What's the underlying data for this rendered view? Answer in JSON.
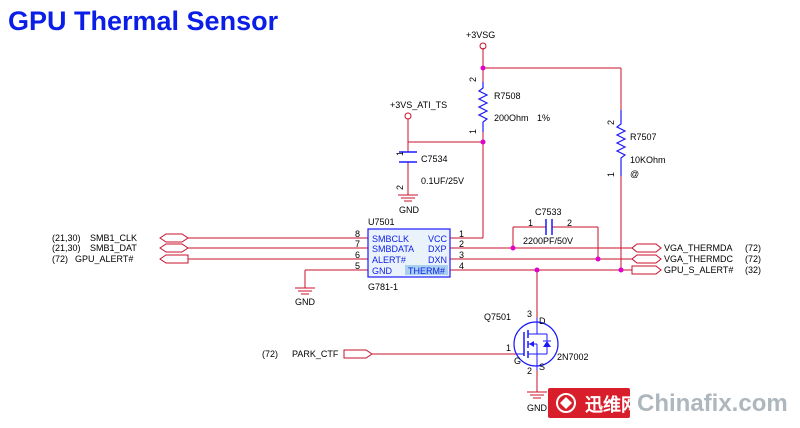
{
  "title": "GPU Thermal Sensor",
  "rails": {
    "vsg": "+3VSG",
    "vs_ati_ts": "+3VS_ATI_TS",
    "gnd": "GND"
  },
  "resistors": {
    "r7508": {
      "ref": "R7508",
      "value": "200Ohm",
      "tolerance": "1%",
      "pin_top": "2",
      "pin_bottom": "1"
    },
    "r7507": {
      "ref": "R7507",
      "value": "10KOhm",
      "note": "@",
      "pin_top": "2",
      "pin_bottom": "1"
    }
  },
  "capacitors": {
    "c7534": {
      "ref": "C7534",
      "value": "0.1UF/25V",
      "pin_top": "1",
      "pin_bottom": "2"
    },
    "c7533": {
      "ref": "C7533",
      "value": "2200PF/50V",
      "pin_left": "1",
      "pin_right": "2"
    }
  },
  "ic": {
    "ref": "U7501",
    "part": "G781-1",
    "left_pins": [
      {
        "name": "SMBCLK",
        "num": "8"
      },
      {
        "name": "SMBDATA",
        "num": "7"
      },
      {
        "name": "ALERT#",
        "num": "6"
      },
      {
        "name": "GND",
        "num": "5"
      }
    ],
    "right_pins": [
      {
        "name": "VCC",
        "num": "1"
      },
      {
        "name": "DXP",
        "num": "2"
      },
      {
        "name": "DXN",
        "num": "3"
      },
      {
        "name": "THERM#",
        "num": "4"
      }
    ]
  },
  "left_nets": [
    {
      "ref": "(21,30)",
      "name": "SMB1_CLK"
    },
    {
      "ref": "(21,30)",
      "name": "SMB1_DAT"
    },
    {
      "ref": "(72)",
      "name": "GPU_ALERT#"
    }
  ],
  "right_nets": [
    {
      "name": "VGA_THERMDA",
      "ref": "(72)"
    },
    {
      "name": "VGA_THERMDC",
      "ref": "(72)"
    },
    {
      "name": "GPU_S_ALERT#",
      "ref": "(32)"
    }
  ],
  "mosfet": {
    "ref": "Q7501",
    "part": "2N7002",
    "pin_d": "3",
    "pin_g": "1",
    "pin_s": "2",
    "lbl_d": "D",
    "lbl_g": "G",
    "lbl_s": "S"
  },
  "park_net": {
    "ref": "(72)",
    "name": "PARK_CTF"
  },
  "watermark": {
    "cn": "迅维网",
    "en": "Chinafix.com"
  },
  "colors": {
    "title": "#0a1ee8",
    "wire": "#c8102e",
    "net_dot": "#e000c8",
    "component": "#1a1aff",
    "highlight": "#aad0f0"
  }
}
